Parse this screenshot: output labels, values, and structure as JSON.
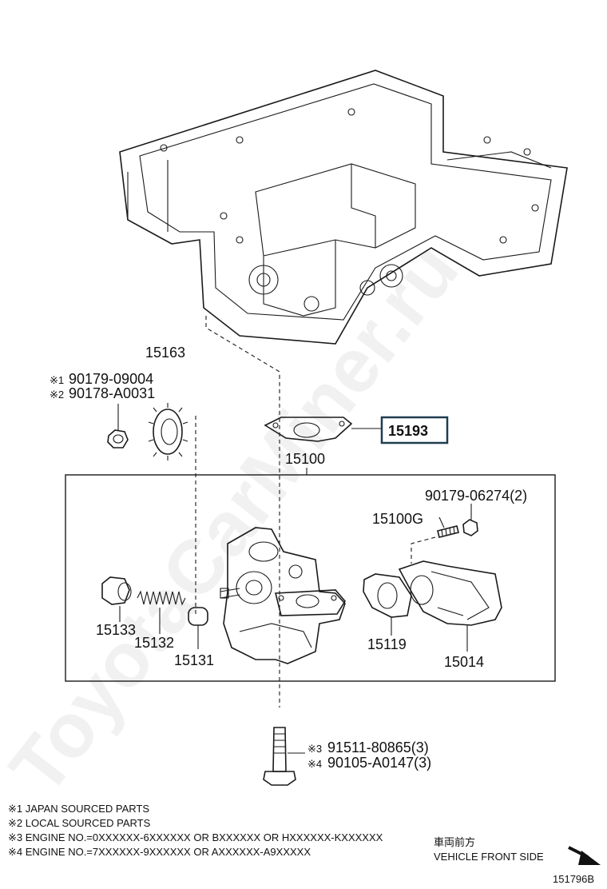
{
  "watermark": "ToyotaCarMiner.ru",
  "parts": {
    "p15163": "15163",
    "p15193": "15193",
    "p15100": "15100",
    "p15100G": "15100G",
    "p15133": "15133",
    "p15132": "15132",
    "p15131": "15131",
    "p15119": "15119",
    "p15014": "15014"
  },
  "nut_refs": {
    "marks": [
      "※1",
      "※2"
    ],
    "numbers": [
      "90179-09004",
      "90178-A0031"
    ]
  },
  "bolt_ref": "90179-06274(2)",
  "bottom_bolt_refs": {
    "marks": [
      "※3",
      "※4"
    ],
    "numbers": [
      "91511-80865(3)",
      "90105-A0147(3)"
    ]
  },
  "footnotes": [
    "※1 JAPAN SOURCED PARTS",
    "※2 LOCAL SOURCED PARTS",
    "※3 ENGINE NO.=0XXXXXX-6XXXXXX OR BXXXXXX OR HXXXXXX-KXXXXXX",
    "※4 ENGINE NO.=7XXXXXX-9XXXXXX OR AXXXXXX-A9XXXXX"
  ],
  "direction": {
    "jp": "車両前方",
    "en": "VEHICLE FRONT SIDE"
  },
  "figure_code": "151796B"
}
